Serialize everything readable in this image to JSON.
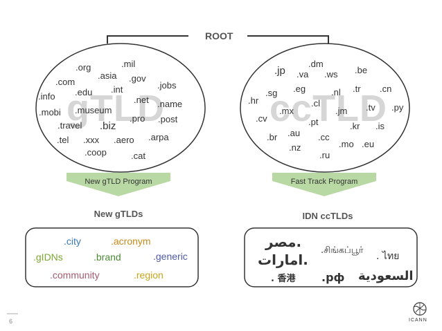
{
  "root_label": "ROOT",
  "gtld": {
    "watermark": "gTLD",
    "domains": [
      ".mil",
      ".org",
      ".asia",
      ".gov",
      ".com",
      ".int",
      ".jobs",
      ".info",
      ".edu",
      ".net",
      ".name",
      ".mobi",
      ".museum",
      ".pro",
      ".post",
      ".travel",
      ".biz",
      ".arpa",
      ".tel",
      ".xxx",
      ".aero",
      ".coop",
      ".cat"
    ]
  },
  "cctld": {
    "watermark": "ccTLD",
    "domains": [
      ".dm",
      ".jp",
      ".va",
      ".ws",
      ".be",
      ".sg",
      ".eg",
      ".nl",
      ".tr",
      ".cn",
      ".hr",
      ".cl",
      ".mx",
      ".jm",
      ".tv",
      ".py",
      ".cv",
      ".pt",
      ".kr",
      ".is",
      ".br",
      ".au",
      ".cc",
      ".mo",
      ".eu",
      ".nz",
      ".ru"
    ]
  },
  "arrows": {
    "left": "New gTLD Program",
    "right": "Fast Track Program"
  },
  "headings": {
    "left": "New gTLDs",
    "right": "IDN ccTLDs"
  },
  "new_gtlds": {
    "items": [
      {
        "text": ".city",
        "color": "#3a78b0"
      },
      {
        "text": ".acronym",
        "color": "#c98a1a"
      },
      {
        "text": ".gIDNs",
        "color": "#7aa832"
      },
      {
        "text": ".brand",
        "color": "#4b8b34"
      },
      {
        "text": ".generic",
        "color": "#4e5aa6"
      },
      {
        "text": ".community",
        "color": "#a65a6e"
      },
      {
        "text": ".region",
        "color": "#c9a41a"
      }
    ]
  },
  "idn_cctlds": {
    "items": [
      ".مصر",
      ".امارات",
      ".சிங்கப்பூர்",
      ". ไทย",
      ". 香港",
      ".рф",
      "السعودية"
    ]
  },
  "footer": {
    "page_number": "6",
    "logo_text": "ICANN"
  },
  "colors": {
    "arrow_fill": "#b9d9a4",
    "outline": "#333333",
    "watermark": "#d6d6d6"
  }
}
